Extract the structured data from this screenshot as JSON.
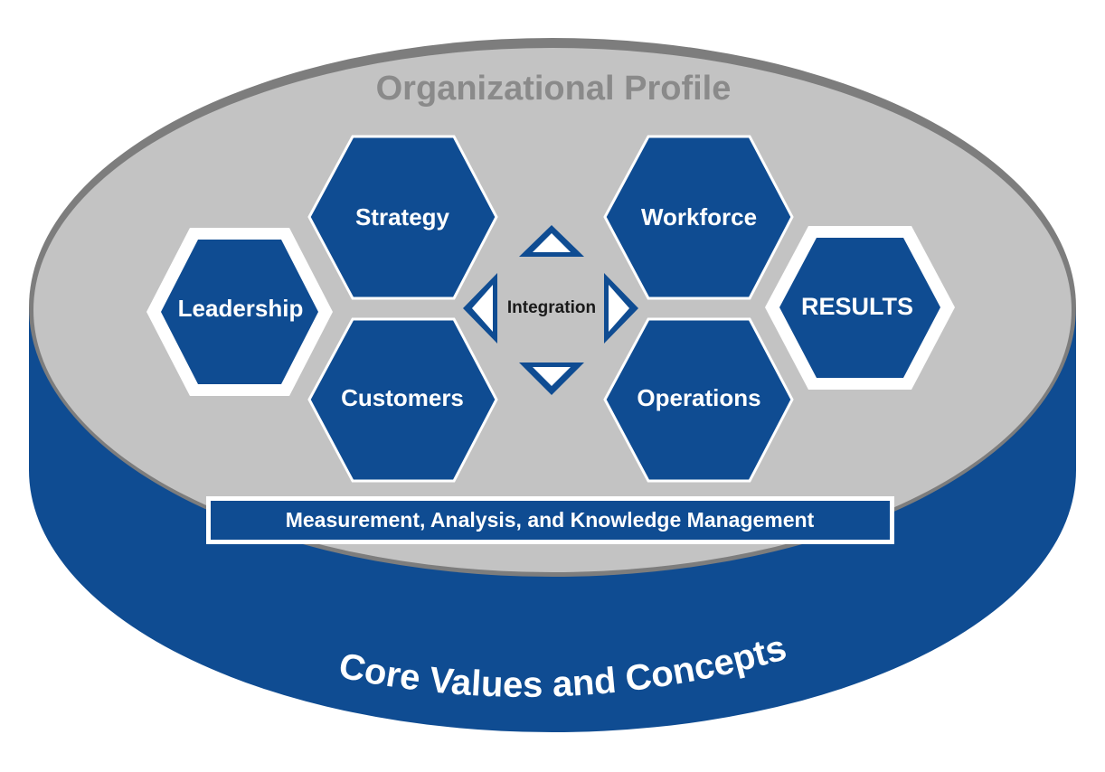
{
  "colors": {
    "navy": "#0f4c92",
    "navy_dark": "#0b3f7c",
    "gray_top": "#c3c3c3",
    "gray_rim": "#7d7d7d",
    "title_gray": "#8a8a8a",
    "white": "#ffffff"
  },
  "profile": {
    "title": "Organizational Profile"
  },
  "categories": {
    "leadership": "Leadership",
    "strategy": "Strategy",
    "customers": "Customers",
    "workforce": "Workforce",
    "operations": "Operations",
    "results": "RESULTS"
  },
  "integration": {
    "label": "Integration",
    "arrow_icons": [
      "triangle-up-icon",
      "triangle-down-icon",
      "triangle-left-icon",
      "triangle-right-icon"
    ]
  },
  "measurement": {
    "label": "Measurement, Analysis, and Knowledge Management"
  },
  "foundation": {
    "label": "Core Values and Concepts"
  }
}
